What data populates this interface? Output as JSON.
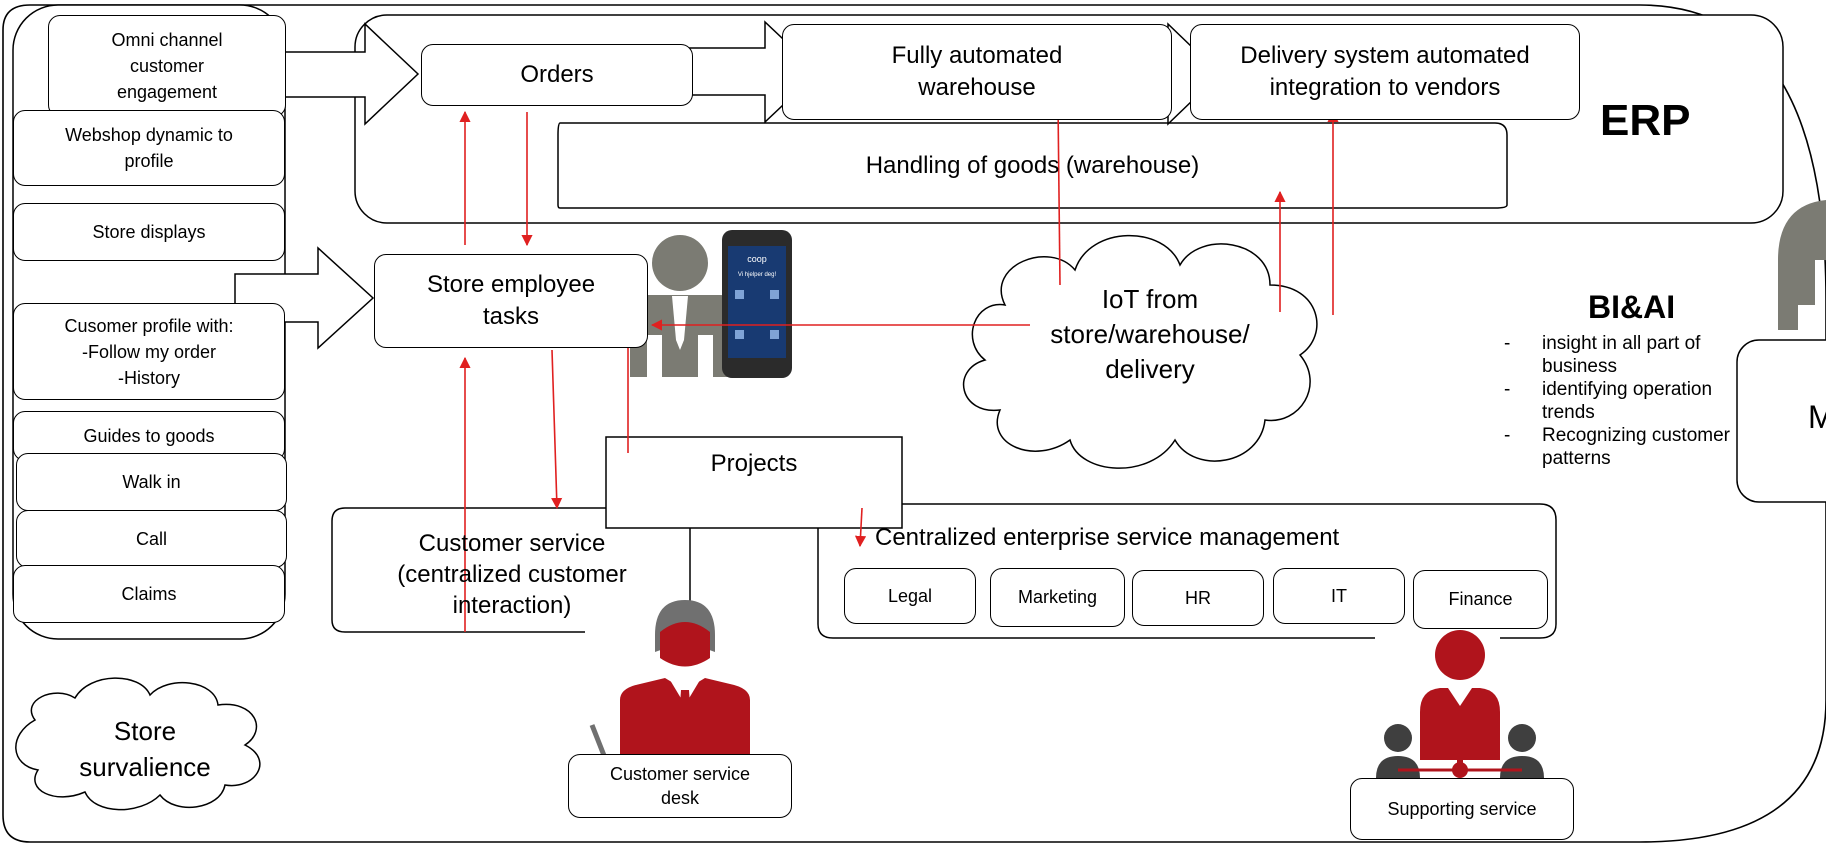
{
  "colors": {
    "arrow": "#e02020",
    "person_red": "#b0141c",
    "person_grey": "#7b7b73",
    "dark_grey": "#3f3f3f"
  },
  "channels": [
    "Omni channel customer engagement",
    "Webshop dynamic to profile",
    "Store displays",
    "Cusomer profile with: -Follow my order -History",
    "Guides to goods",
    "Walk in",
    "Call",
    "Claims"
  ],
  "channel_lines": {
    "omni": [
      "Omni channel",
      "customer",
      "engagement"
    ],
    "webshop": [
      "Webshop dynamic to",
      "profile"
    ],
    "profile": [
      "Cusomer profile with:",
      "-Follow my order",
      "-History"
    ]
  },
  "erp": {
    "label": "ERP",
    "orders": "Orders",
    "warehouse": [
      "Fully automated",
      "warehouse"
    ],
    "delivery": [
      "Delivery system automated",
      "integration to vendors"
    ],
    "handling": "Handling of goods (warehouse)"
  },
  "store_tasks": [
    "Store employee",
    "tasks"
  ],
  "iot": [
    "IoT from",
    "store/warehouse/",
    "delivery"
  ],
  "phone": {
    "brand": "coop",
    "greeting": "Vi hjelper deg!"
  },
  "bi": {
    "title": "BI&AI",
    "items": [
      "insight in all part of business",
      "identifying operation trends",
      "Recognizing customer patterns"
    ],
    "clipped_box_text": "M"
  },
  "projects": "Projects",
  "customer_service": [
    "Customer service",
    "(centralized customer",
    "interaction)"
  ],
  "esm": {
    "title": "Centralized enterprise service management",
    "units": [
      "Legal",
      "Marketing",
      "HR",
      "IT",
      "Finance"
    ]
  },
  "store_surveillance": [
    "Store",
    "survalience"
  ],
  "cs_desk": [
    "Customer service",
    "desk"
  ],
  "supporting_service": "Supporting service"
}
